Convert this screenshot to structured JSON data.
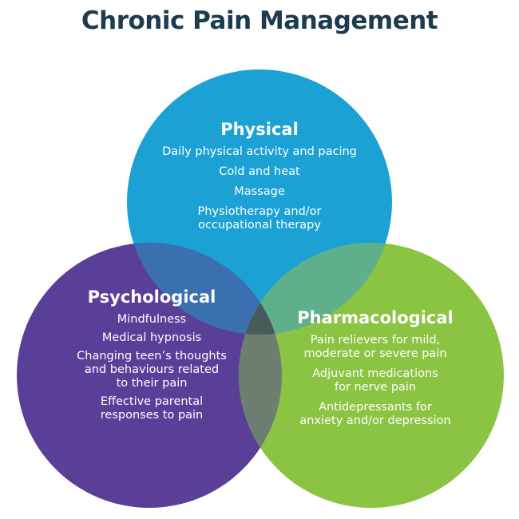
{
  "title": "Chronic Pain Management",
  "colors": {
    "title": "#1d3b4e",
    "physical": "#1ba1d4",
    "psychological": "#5a3f98",
    "pharmacological": "#8bc443"
  },
  "circles": {
    "physical": {
      "title": "Physical",
      "items": [
        "Daily physical activity and pacing",
        "Cold and heat",
        "Massage",
        "Physiotherapy and/or\noccupational therapy"
      ]
    },
    "psychological": {
      "title": "Psychological",
      "items": [
        "Mindfulness",
        "Medical hypnosis",
        "Changing teen’s thoughts\nand behaviours related\nto their pain",
        "Effective parental\nresponses to pain"
      ]
    },
    "pharmacological": {
      "title": "Pharmacological",
      "items": [
        "Pain relievers for mild,\nmoderate or severe pain",
        "Adjuvant medications\nfor nerve pain",
        "Antidepressants for\nanxiety and/or depression"
      ]
    }
  }
}
